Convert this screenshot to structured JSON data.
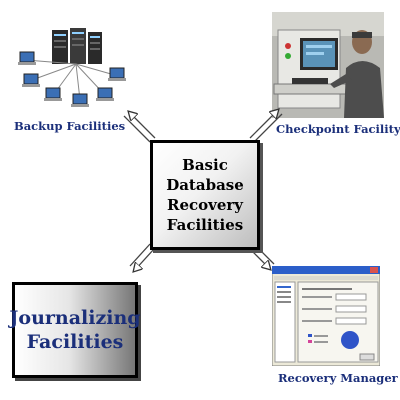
{
  "center": {
    "line1": "Basic",
    "line2": "Database",
    "line3": "Recovery",
    "line4": "Facilities"
  },
  "journal": {
    "line1": "Journalizing",
    "line2": "Facilities"
  },
  "labels": {
    "backup": "Backup Facilities",
    "checkpoint": "Checkpoint Facility",
    "recovery_manager": "Recovery Manager"
  },
  "colors": {
    "label_text": "#1b2f7a",
    "box_border": "#000000"
  }
}
